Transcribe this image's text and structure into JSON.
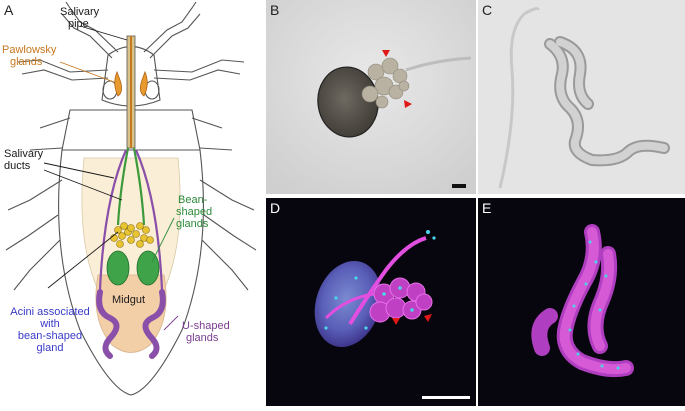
{
  "figure": {
    "panels": {
      "a": {
        "letter": "A"
      },
      "b": {
        "letter": "B"
      },
      "c": {
        "letter": "C"
      },
      "d": {
        "letter": "D"
      },
      "e": {
        "letter": "E"
      }
    },
    "labels": {
      "salivary_pipe_1": "Salivary",
      "salivary_pipe_2": "pipe",
      "pawlowsky_1": "Pawlowsky",
      "pawlowsky_2": "glands",
      "salivary_ducts_1": "Salivary",
      "salivary_ducts_2": "ducts",
      "bean_1": "Bean-",
      "bean_2": "shaped",
      "bean_3": "glands",
      "midgut": "Midgut",
      "acini_1": "Acini associated",
      "acini_2": "with",
      "acini_3": "bean-shaped",
      "acini_4": "gland",
      "ushaped_1": "U-shaped",
      "ushaped_2": "glands"
    },
    "colors": {
      "pawlowsky": "#c8781e",
      "bean": "#2e8b3a",
      "acini": "#3a3ac8",
      "ushaped": "#7a3c8c",
      "arrowhead": "#e01818",
      "black": "#1a1a1a"
    }
  }
}
